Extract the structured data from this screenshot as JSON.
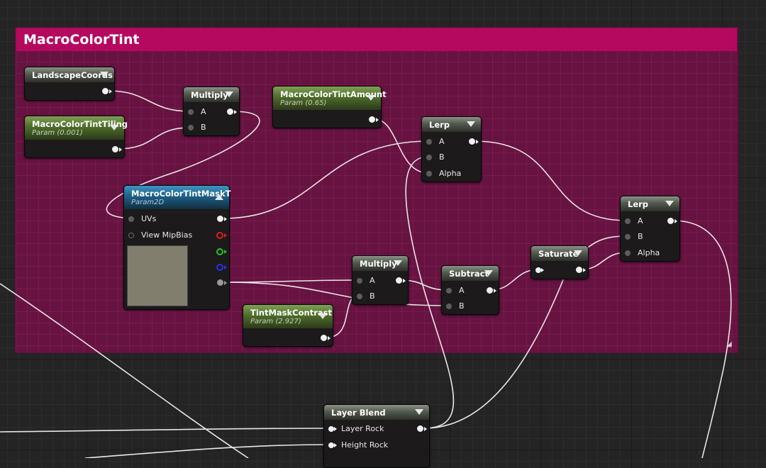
{
  "comment": {
    "title": "MacroColorTint",
    "color": "#b5095f"
  },
  "nodes": {
    "landscape_coords": {
      "title": "LandscapeCoords"
    },
    "tint_tiling": {
      "title": "MacroColorTintTiling",
      "subtitle": "Param (0.001)"
    },
    "multiply1": {
      "title": "Multiply",
      "pin_a": "A",
      "pin_b": "B"
    },
    "tint_amount": {
      "title": "MacroColorTintAmount",
      "subtitle": "Param (0.65)"
    },
    "lerp1": {
      "title": "Lerp",
      "pin_a": "A",
      "pin_b": "B",
      "pin_alpha": "Alpha"
    },
    "mask_texture": {
      "title": "MacroColorTintMaskT",
      "subtitle": "Param2D",
      "pin_uvs": "UVs",
      "pin_mip": "View MipBias",
      "preview_color": "#817e6e"
    },
    "multiply2": {
      "title": "Multiply",
      "pin_a": "A",
      "pin_b": "B"
    },
    "subtract": {
      "title": "Subtract",
      "pin_a": "A",
      "pin_b": "B"
    },
    "saturate": {
      "title": "Saturate"
    },
    "lerp2": {
      "title": "Lerp",
      "pin_a": "A",
      "pin_b": "B",
      "pin_alpha": "Alpha"
    },
    "tint_contrast": {
      "title": "TintMaskContrast",
      "subtitle": "Param (2.927)"
    },
    "layer_blend": {
      "title": "Layer Blend",
      "pin_rock": "Layer Rock",
      "pin_height": "Height Rock"
    }
  },
  "icons": {
    "collapse": "chevron-down-icon",
    "expand": "chevron-up-icon"
  }
}
